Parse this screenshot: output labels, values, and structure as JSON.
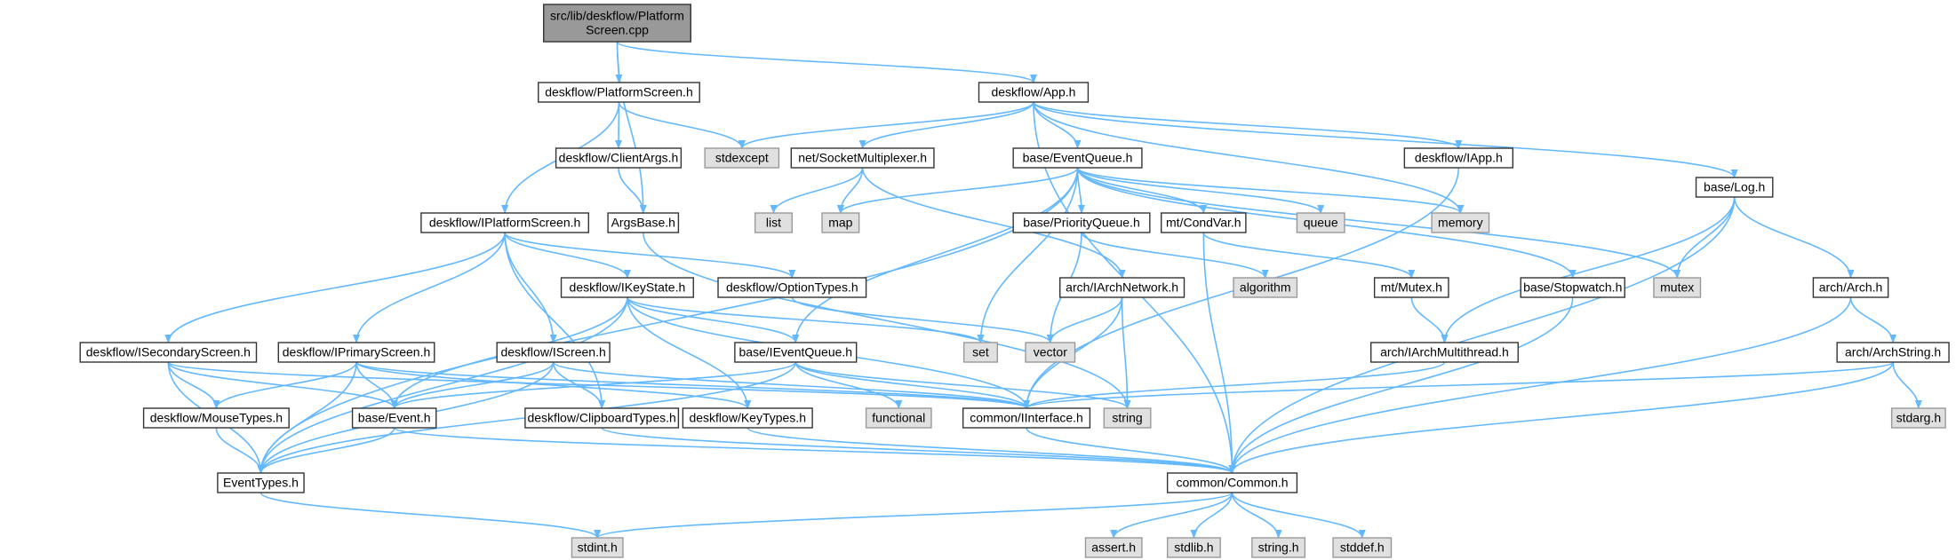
{
  "colors": {
    "edge": "#63B8FF",
    "node_border": "#333333",
    "node_fill": "#ffffff",
    "root_fill": "#999999",
    "external_fill": "#e0e0e0",
    "external_border": "#999999",
    "text": "#000000"
  },
  "nodes": [
    {
      "id": "root",
      "lines": [
        "src/lib/deskflow/Platform",
        "Screen.cpp"
      ],
      "kind": "root"
    },
    {
      "id": "dfPS",
      "lines": [
        "deskflow/PlatformScreen.h"
      ],
      "kind": "file"
    },
    {
      "id": "dfApp",
      "lines": [
        "deskflow/App.h"
      ],
      "kind": "file"
    },
    {
      "id": "stdexcept",
      "lines": [
        "stdexcept"
      ],
      "kind": "external"
    },
    {
      "id": "ClientArgs",
      "lines": [
        "deskflow/ClientArgs.h"
      ],
      "kind": "file"
    },
    {
      "id": "SockMux",
      "lines": [
        "net/SocketMultiplexer.h"
      ],
      "kind": "file"
    },
    {
      "id": "EvQ",
      "lines": [
        "base/EventQueue.h"
      ],
      "kind": "file"
    },
    {
      "id": "IApp",
      "lines": [
        "deskflow/IApp.h"
      ],
      "kind": "file"
    },
    {
      "id": "Log",
      "lines": [
        "base/Log.h"
      ],
      "kind": "file"
    },
    {
      "id": "IPS",
      "lines": [
        "deskflow/IPlatformScreen.h"
      ],
      "kind": "file"
    },
    {
      "id": "ArgsBase",
      "lines": [
        "ArgsBase.h"
      ],
      "kind": "file"
    },
    {
      "id": "list",
      "lines": [
        "list"
      ],
      "kind": "external"
    },
    {
      "id": "map",
      "lines": [
        "map"
      ],
      "kind": "external"
    },
    {
      "id": "PQ",
      "lines": [
        "base/PriorityQueue.h"
      ],
      "kind": "file"
    },
    {
      "id": "CondVar",
      "lines": [
        "mt/CondVar.h"
      ],
      "kind": "file"
    },
    {
      "id": "queue",
      "lines": [
        "queue"
      ],
      "kind": "external"
    },
    {
      "id": "memory",
      "lines": [
        "memory"
      ],
      "kind": "external"
    },
    {
      "id": "IKeyState",
      "lines": [
        "deskflow/IKeyState.h"
      ],
      "kind": "file"
    },
    {
      "id": "OptTypes",
      "lines": [
        "deskflow/OptionTypes.h"
      ],
      "kind": "file"
    },
    {
      "id": "IArchNet",
      "lines": [
        "arch/IArchNetwork.h"
      ],
      "kind": "file"
    },
    {
      "id": "algorithm",
      "lines": [
        "algorithm"
      ],
      "kind": "external"
    },
    {
      "id": "Mutex",
      "lines": [
        "mt/Mutex.h"
      ],
      "kind": "file"
    },
    {
      "id": "Stopwatch",
      "lines": [
        "base/Stopwatch.h"
      ],
      "kind": "file"
    },
    {
      "id": "mutex",
      "lines": [
        "mutex"
      ],
      "kind": "external"
    },
    {
      "id": "Arch",
      "lines": [
        "arch/Arch.h"
      ],
      "kind": "file"
    },
    {
      "id": "set",
      "lines": [
        "set"
      ],
      "kind": "external"
    },
    {
      "id": "vector",
      "lines": [
        "vector"
      ],
      "kind": "external"
    },
    {
      "id": "ISecScr",
      "lines": [
        "deskflow/ISecondaryScreen.h"
      ],
      "kind": "file"
    },
    {
      "id": "IPrimScr",
      "lines": [
        "deskflow/IPrimaryScreen.h"
      ],
      "kind": "file"
    },
    {
      "id": "IScreen",
      "lines": [
        "deskflow/IScreen.h"
      ],
      "kind": "file"
    },
    {
      "id": "IEvQ",
      "lines": [
        "base/IEventQueue.h"
      ],
      "kind": "file"
    },
    {
      "id": "IArchMT",
      "lines": [
        "arch/IArchMultithread.h"
      ],
      "kind": "file"
    },
    {
      "id": "ArchStr",
      "lines": [
        "arch/ArchString.h"
      ],
      "kind": "file"
    },
    {
      "id": "MouseTypes",
      "lines": [
        "deskflow/MouseTypes.h"
      ],
      "kind": "file"
    },
    {
      "id": "Event",
      "lines": [
        "base/Event.h"
      ],
      "kind": "file"
    },
    {
      "id": "ClipTypes",
      "lines": [
        "deskflow/ClipboardTypes.h"
      ],
      "kind": "file"
    },
    {
      "id": "KeyTypes",
      "lines": [
        "deskflow/KeyTypes.h"
      ],
      "kind": "file"
    },
    {
      "id": "functional",
      "lines": [
        "functional"
      ],
      "kind": "external"
    },
    {
      "id": "IInterface",
      "lines": [
        "common/IInterface.h"
      ],
      "kind": "file"
    },
    {
      "id": "string",
      "lines": [
        "string"
      ],
      "kind": "external"
    },
    {
      "id": "stdarg",
      "lines": [
        "stdarg.h"
      ],
      "kind": "external"
    },
    {
      "id": "EventTypes",
      "lines": [
        "EventTypes.h"
      ],
      "kind": "file"
    },
    {
      "id": "Common",
      "lines": [
        "common/Common.h"
      ],
      "kind": "file"
    },
    {
      "id": "stdint",
      "lines": [
        "stdint.h"
      ],
      "kind": "external"
    },
    {
      "id": "assert",
      "lines": [
        "assert.h"
      ],
      "kind": "external"
    },
    {
      "id": "stdlib",
      "lines": [
        "stdlib.h"
      ],
      "kind": "external"
    },
    {
      "id": "string_h",
      "lines": [
        "string.h"
      ],
      "kind": "external"
    },
    {
      "id": "stddef",
      "lines": [
        "stddef.h"
      ],
      "kind": "external"
    }
  ],
  "edges": [
    [
      "root",
      "dfPS"
    ],
    [
      "root",
      "dfApp"
    ],
    [
      "root",
      "ArgsBase"
    ],
    [
      "dfPS",
      "stdexcept"
    ],
    [
      "dfPS",
      "ClientArgs"
    ],
    [
      "dfPS",
      "IPS"
    ],
    [
      "ClientArgs",
      "ArgsBase"
    ],
    [
      "dfApp",
      "stdexcept"
    ],
    [
      "dfApp",
      "SockMux"
    ],
    [
      "dfApp",
      "EvQ"
    ],
    [
      "dfApp",
      "IApp"
    ],
    [
      "dfApp",
      "Log"
    ],
    [
      "dfApp",
      "memory"
    ],
    [
      "dfApp",
      "Common"
    ],
    [
      "SockMux",
      "list"
    ],
    [
      "SockMux",
      "map"
    ],
    [
      "SockMux",
      "IArchNet"
    ],
    [
      "EvQ",
      "map"
    ],
    [
      "EvQ",
      "set"
    ],
    [
      "EvQ",
      "PQ"
    ],
    [
      "EvQ",
      "CondVar"
    ],
    [
      "EvQ",
      "queue"
    ],
    [
      "EvQ",
      "memory"
    ],
    [
      "EvQ",
      "mutex"
    ],
    [
      "EvQ",
      "Stopwatch"
    ],
    [
      "EvQ",
      "IEvQ"
    ],
    [
      "EvQ",
      "EventTypes"
    ],
    [
      "PQ",
      "algorithm"
    ],
    [
      "PQ",
      "vector"
    ],
    [
      "CondVar",
      "Mutex"
    ],
    [
      "CondVar",
      "Common"
    ],
    [
      "Mutex",
      "IArchMT"
    ],
    [
      "IApp",
      "IInterface"
    ],
    [
      "Log",
      "mutex"
    ],
    [
      "Log",
      "Arch"
    ],
    [
      "Log",
      "IArchMT"
    ],
    [
      "Log",
      "Common"
    ],
    [
      "Arch",
      "ArchStr"
    ],
    [
      "Arch",
      "Common"
    ],
    [
      "ArchStr",
      "IInterface"
    ],
    [
      "ArchStr",
      "stdarg"
    ],
    [
      "ArchStr",
      "Common"
    ],
    [
      "IArchMT",
      "IInterface"
    ],
    [
      "IArchNet",
      "vector"
    ],
    [
      "IArchNet",
      "string"
    ],
    [
      "IArchNet",
      "IInterface"
    ],
    [
      "Stopwatch",
      "Common"
    ],
    [
      "ArgsBase",
      "string"
    ],
    [
      "IPS",
      "ISecScr"
    ],
    [
      "IPS",
      "IPrimScr"
    ],
    [
      "IPS",
      "IScreen"
    ],
    [
      "IPS",
      "IKeyState"
    ],
    [
      "IPS",
      "OptTypes"
    ],
    [
      "IPS",
      "ClipTypes"
    ],
    [
      "IKeyState",
      "set"
    ],
    [
      "IKeyState",
      "IEvQ"
    ],
    [
      "IKeyState",
      "KeyTypes"
    ],
    [
      "IKeyState",
      "Event"
    ],
    [
      "IKeyState",
      "IInterface"
    ],
    [
      "IKeyState",
      "EventTypes"
    ],
    [
      "OptTypes",
      "vector"
    ],
    [
      "ISecScr",
      "MouseTypes"
    ],
    [
      "ISecScr",
      "Event"
    ],
    [
      "ISecScr",
      "EventTypes"
    ],
    [
      "ISecScr",
      "IInterface"
    ],
    [
      "IPrimScr",
      "MouseTypes"
    ],
    [
      "IPrimScr",
      "Event"
    ],
    [
      "IPrimScr",
      "EventTypes"
    ],
    [
      "IPrimScr",
      "KeyTypes"
    ],
    [
      "IPrimScr",
      "IInterface"
    ],
    [
      "IScreen",
      "Event"
    ],
    [
      "IScreen",
      "ClipTypes"
    ],
    [
      "IScreen",
      "IInterface"
    ],
    [
      "IScreen",
      "EventTypes"
    ],
    [
      "IEvQ",
      "Event"
    ],
    [
      "IEvQ",
      "functional"
    ],
    [
      "IEvQ",
      "string"
    ],
    [
      "IEvQ",
      "IInterface"
    ],
    [
      "IEvQ",
      "EventTypes"
    ],
    [
      "MouseTypes",
      "EventTypes"
    ],
    [
      "Event",
      "EventTypes"
    ],
    [
      "Event",
      "Common"
    ],
    [
      "ClipTypes",
      "Common"
    ],
    [
      "KeyTypes",
      "Common"
    ],
    [
      "IInterface",
      "Common"
    ],
    [
      "EventTypes",
      "stdint"
    ],
    [
      "Common",
      "stdint"
    ],
    [
      "Common",
      "assert"
    ],
    [
      "Common",
      "stdlib"
    ],
    [
      "Common",
      "string_h"
    ],
    [
      "Common",
      "stddef"
    ]
  ]
}
